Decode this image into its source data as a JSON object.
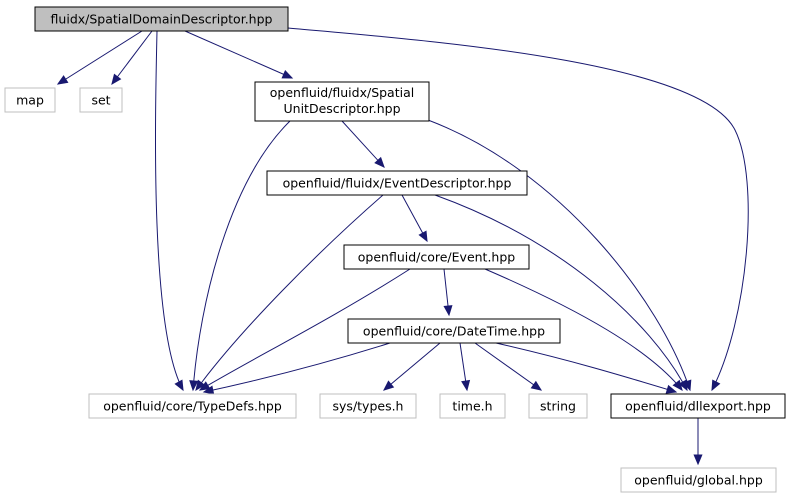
{
  "nodes": {
    "root": {
      "label": "fluidx/SpatialDomainDescriptor.hpp",
      "style": "root"
    },
    "map": {
      "label": "map",
      "style": "external"
    },
    "set": {
      "label": "set",
      "style": "external"
    },
    "spatial_unit": {
      "label_line1": "openfluid/fluidx/Spatial",
      "label_line2": "UnitDescriptor.hpp",
      "style": "documented"
    },
    "event_descriptor": {
      "label": "openfluid/fluidx/EventDescriptor.hpp",
      "style": "documented"
    },
    "event": {
      "label": "openfluid/core/Event.hpp",
      "style": "documented"
    },
    "datetime": {
      "label": "openfluid/core/DateTime.hpp",
      "style": "documented"
    },
    "typedefs": {
      "label": "openfluid/core/TypeDefs.hpp",
      "style": "external"
    },
    "sys_types": {
      "label": "sys/types.h",
      "style": "external"
    },
    "time_h": {
      "label": "time.h",
      "style": "external"
    },
    "string": {
      "label": "string",
      "style": "external"
    },
    "dllexport": {
      "label": "openfluid/dllexport.hpp",
      "style": "documented"
    },
    "global": {
      "label": "openfluid/global.hpp",
      "style": "external"
    }
  },
  "edges": [
    [
      "root",
      "map"
    ],
    [
      "root",
      "set"
    ],
    [
      "root",
      "spatial_unit"
    ],
    [
      "root",
      "typedefs"
    ],
    [
      "root",
      "dllexport"
    ],
    [
      "spatial_unit",
      "event_descriptor"
    ],
    [
      "spatial_unit",
      "typedefs"
    ],
    [
      "spatial_unit",
      "dllexport"
    ],
    [
      "event_descriptor",
      "event"
    ],
    [
      "event_descriptor",
      "typedefs"
    ],
    [
      "event_descriptor",
      "dllexport"
    ],
    [
      "event",
      "datetime"
    ],
    [
      "event",
      "typedefs"
    ],
    [
      "event",
      "dllexport"
    ],
    [
      "datetime",
      "typedefs"
    ],
    [
      "datetime",
      "sys_types"
    ],
    [
      "datetime",
      "time_h"
    ],
    [
      "datetime",
      "string"
    ],
    [
      "datetime",
      "dllexport"
    ],
    [
      "dllexport",
      "global"
    ]
  ],
  "colors": {
    "edge": "#191970",
    "root_fill": "#bfbfbf",
    "root_border": "#000000",
    "documented_border": "#000000",
    "external_border": "#bfbfbf",
    "documented_text": "#000000",
    "external_text": "#000000"
  }
}
